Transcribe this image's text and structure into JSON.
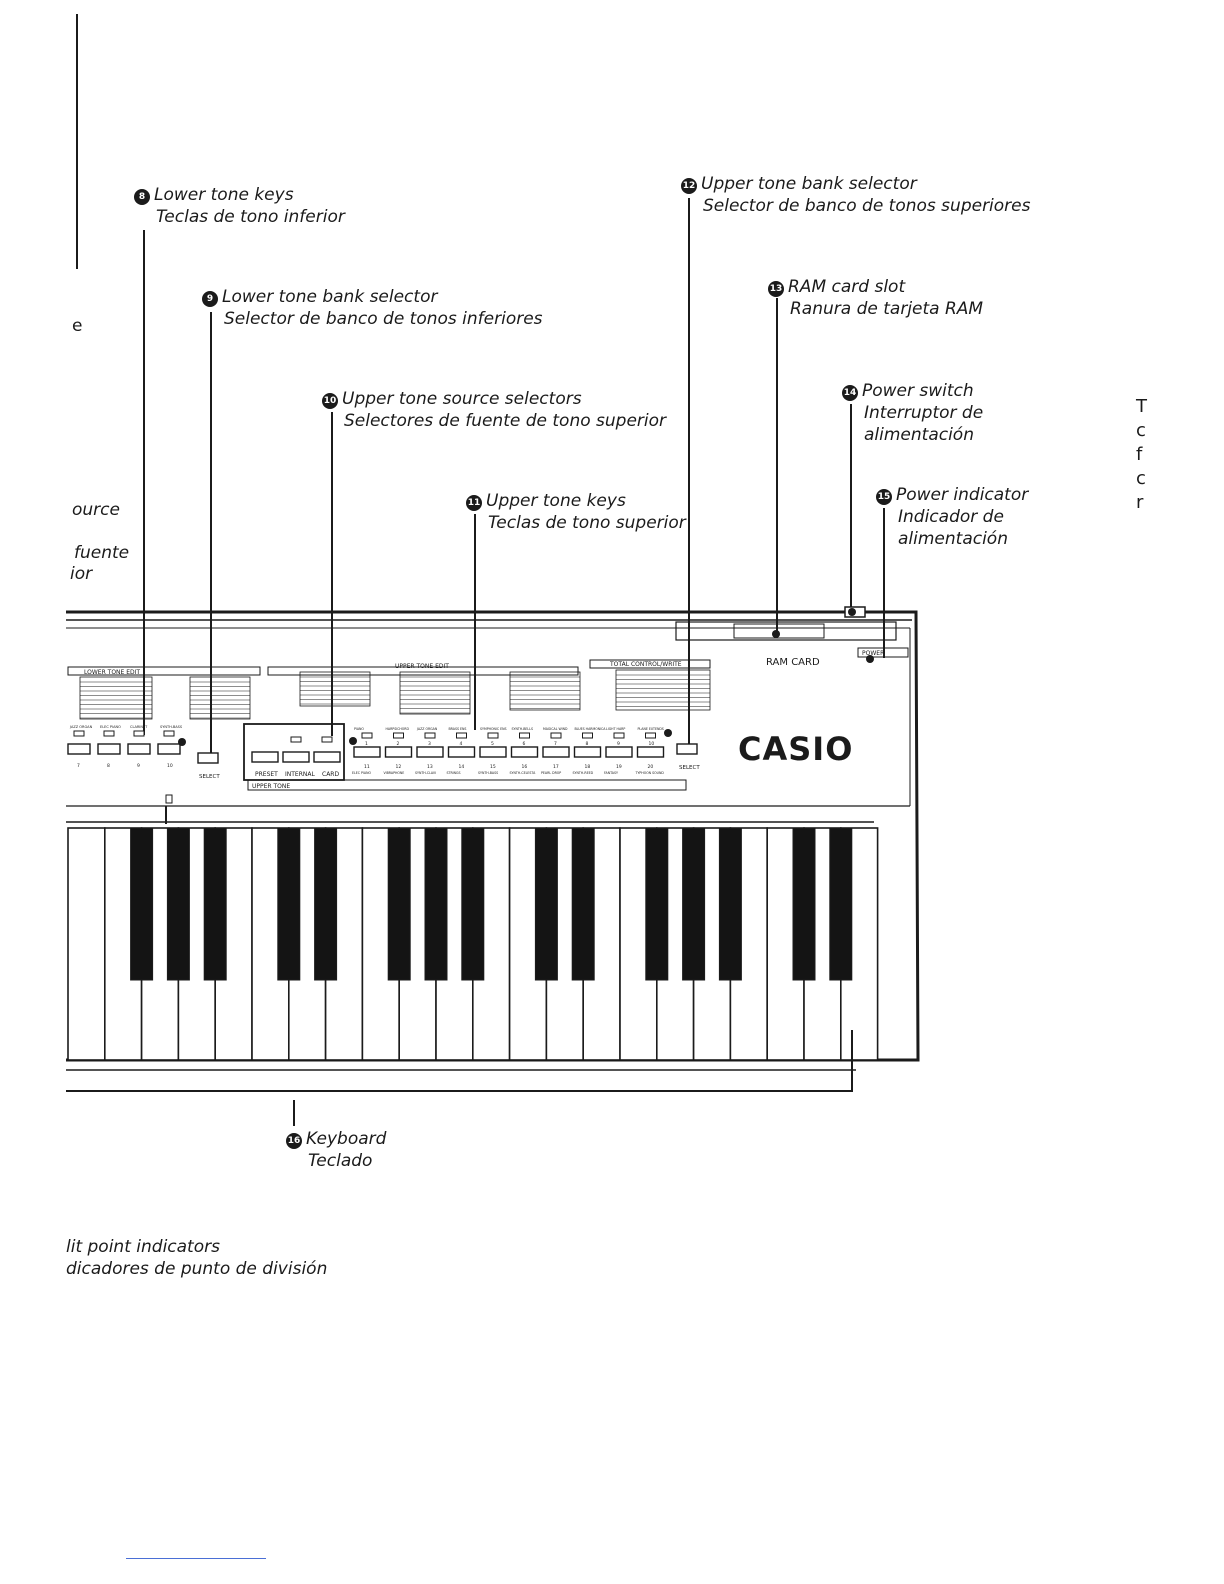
{
  "callouts": {
    "c8": {
      "num": "8",
      "en": "Lower tone keys",
      "es": "Teclas de tono inferior"
    },
    "c9": {
      "num": "9",
      "en": "Lower tone bank selector",
      "es": "Selector de banco de tonos inferiores"
    },
    "c10": {
      "num": "10",
      "en": "Upper tone source selectors",
      "es": "Selectores de fuente de tono superior"
    },
    "c11": {
      "num": "11",
      "en": "Upper tone keys",
      "es": "Teclas de tono superior"
    },
    "c12": {
      "num": "12",
      "en": "Upper tone bank selector",
      "es": "Selector de banco de tonos superiores"
    },
    "c13": {
      "num": "13",
      "en": "RAM card slot",
      "es": "Ranura de tarjeta RAM"
    },
    "c14": {
      "num": "14",
      "en": "Power switch",
      "es1": "Interruptor de",
      "es2": "alimentación"
    },
    "c15": {
      "num": "15",
      "en": "Power indicator",
      "es1": "Indicador de",
      "es2": "alimentación"
    },
    "c16": {
      "num": "16",
      "en": "Keyboard",
      "es": "Teclado"
    }
  },
  "fragments": {
    "left_e": "e",
    "left_source": "ource",
    "left_fuente": "fuente",
    "left_ior": "ior",
    "split_en": "lit point indicators",
    "split_es": "dicadores de punto de división"
  },
  "panel": {
    "brand": "CASIO",
    "ram_card": "RAM CARD",
    "power": "POWER",
    "lower_tone_edit": "LOWER TONE EDIT",
    "upper_tone_edit": "UPPER TONE EDIT",
    "total_control": "TOTAL CONTROL/WRITE",
    "select": "SELECT",
    "preset": "PRESET",
    "internal": "INTERNAL",
    "card": "CARD",
    "upper_tone": "UPPER TONE",
    "lower_labels_top": [
      "JAZZ ORGAN",
      "ELEC PIANO",
      "CLARINET",
      "SYNTH-BASS"
    ],
    "lower_labels_bottom": [
      "7",
      "8",
      "9",
      "10"
    ],
    "upper_labels_top": [
      "PIANO",
      "HARPSICHORD",
      "JAZZ ORGAN",
      "BRASS ENS",
      "SYMPHONIC ENS",
      "SYNTH-BELLS",
      "MAGICAL WIND",
      "BLUES HARMONICA",
      "LIGHT HARP",
      "PLANE EXTENDS"
    ],
    "upper_nums_top": [
      "1",
      "2",
      "3",
      "4",
      "5",
      "6",
      "7",
      "8",
      "9",
      "10"
    ],
    "upper_nums_bottom": [
      "11",
      "12",
      "13",
      "14",
      "15",
      "16",
      "17",
      "18",
      "19",
      "20"
    ],
    "upper_labels_bottom": [
      "ELEC PIANO",
      "VIBRAPHONE",
      "SYNTH-CLAVI",
      "STRINGS",
      "SYNTH-BASS",
      "SYNTH-CELESTA",
      "PEARL DROP",
      "SYNTH-REED",
      "FANTASY",
      "TYPHOON SOUND"
    ]
  }
}
